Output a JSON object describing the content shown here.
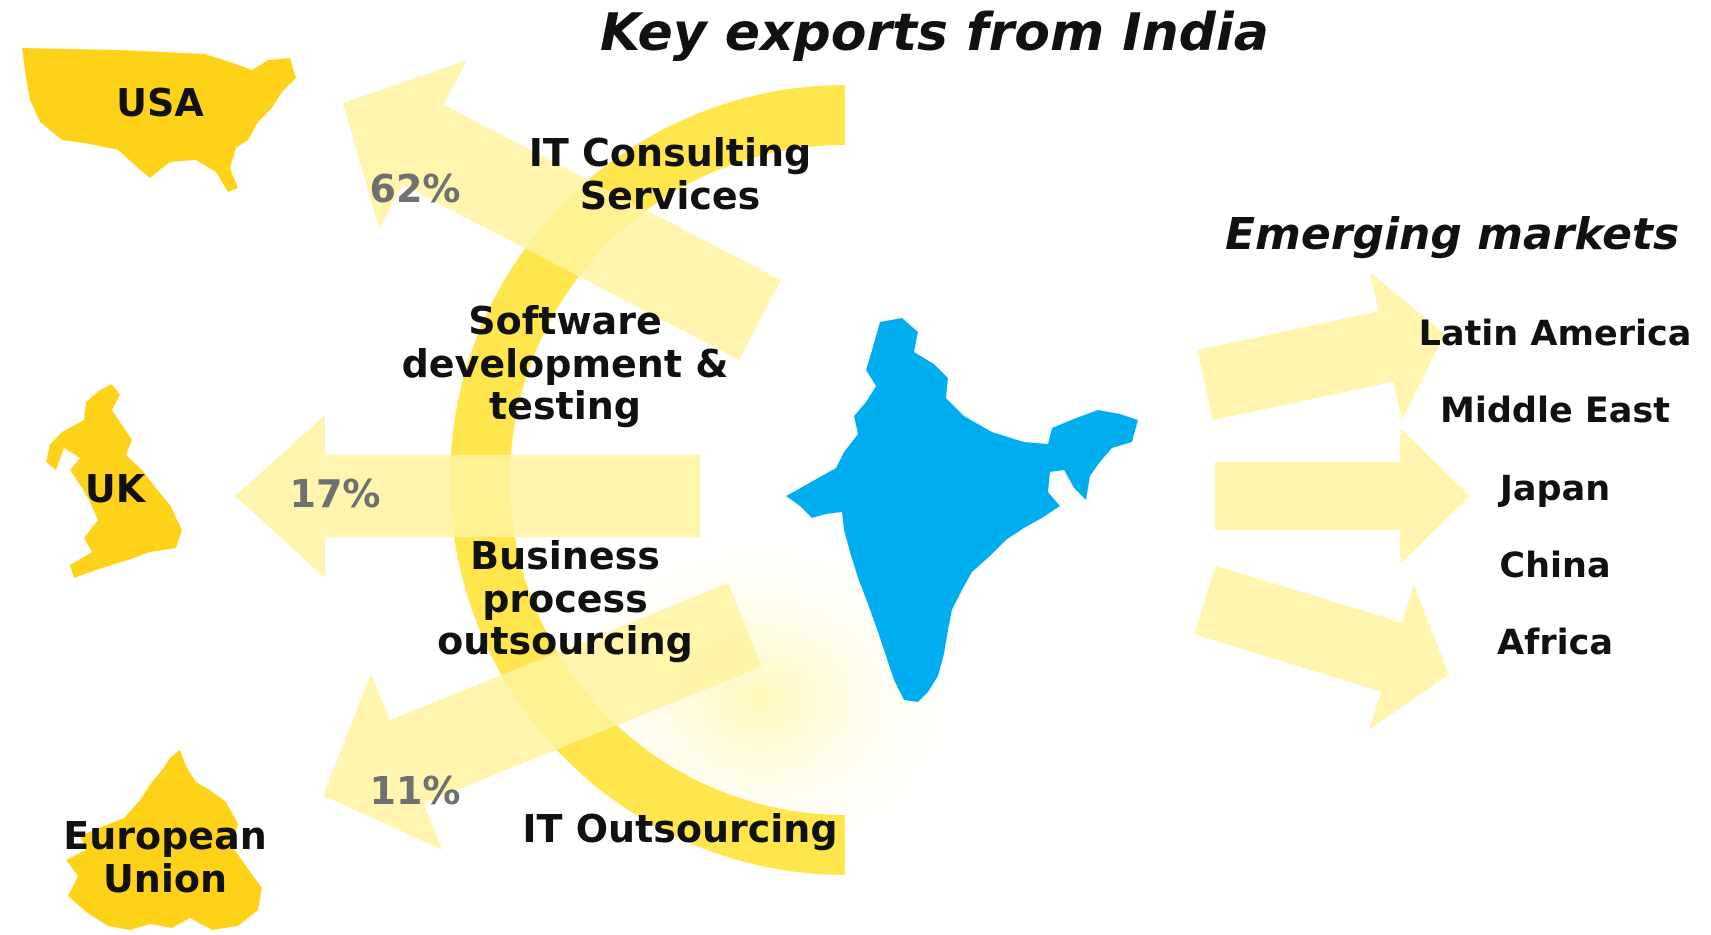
{
  "title": "Key exports from India",
  "emerging": {
    "heading": "Emerging markets",
    "markets": [
      "Latin America",
      "Middle East",
      "Japan",
      "China",
      "Africa"
    ]
  },
  "services": {
    "it_consulting": "IT Consulting\nServices",
    "software": "Software\ndevelopment &\ntesting",
    "bpo": "Business\nprocess\noutsourcing",
    "it_outsourcing": "IT Outsourcing"
  },
  "destinations": [
    {
      "region": "USA",
      "share": "62%"
    },
    {
      "region": "UK",
      "share": "17%"
    },
    {
      "region": "European\nUnion",
      "share": "11%"
    }
  ],
  "colors": {
    "arc": "#FFE33A",
    "arrow": "#FFF3A0",
    "map_region": "#FFD21A",
    "india": "#00AEEF",
    "pct_text": "#707070"
  }
}
